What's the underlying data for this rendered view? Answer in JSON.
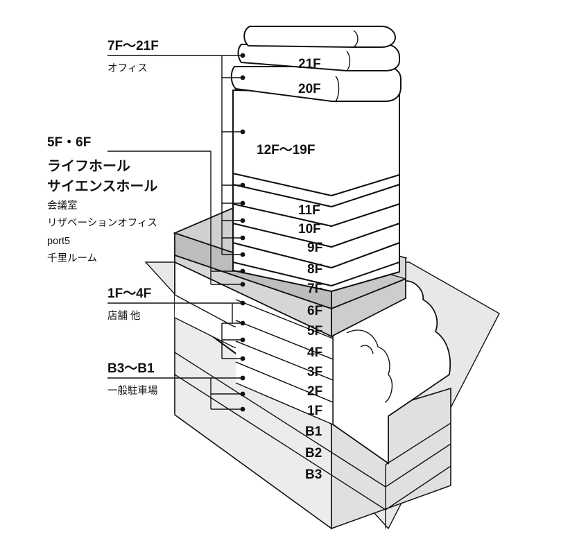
{
  "colors": {
    "ink": "#111111",
    "highlight_floor": "#cfcfcf",
    "ground": "#e6e6e6",
    "basement": "#eeeeee",
    "paper": "#ffffff"
  },
  "floors": [
    "21F",
    "20F",
    "12F〜19F",
    "11F",
    "10F",
    "9F",
    "8F",
    "7F",
    "6F",
    "5F",
    "4F",
    "3F",
    "2F",
    "1F",
    "B1",
    "B2",
    "B3"
  ],
  "groups": {
    "office": {
      "title": "7F〜21F",
      "lines": [
        "オフィス"
      ]
    },
    "hall": {
      "title": "5F・6F",
      "emphasis": [
        "ライフホール",
        "サイエンスホール"
      ],
      "lines": [
        "会議室",
        "リザベーションオフィス",
        "port5",
        "千里ルーム"
      ]
    },
    "shops": {
      "title": "1F〜4F",
      "lines": [
        "店舗 他"
      ]
    },
    "parking": {
      "title": "B3〜B1",
      "lines": [
        "一般駐車場"
      ]
    }
  }
}
